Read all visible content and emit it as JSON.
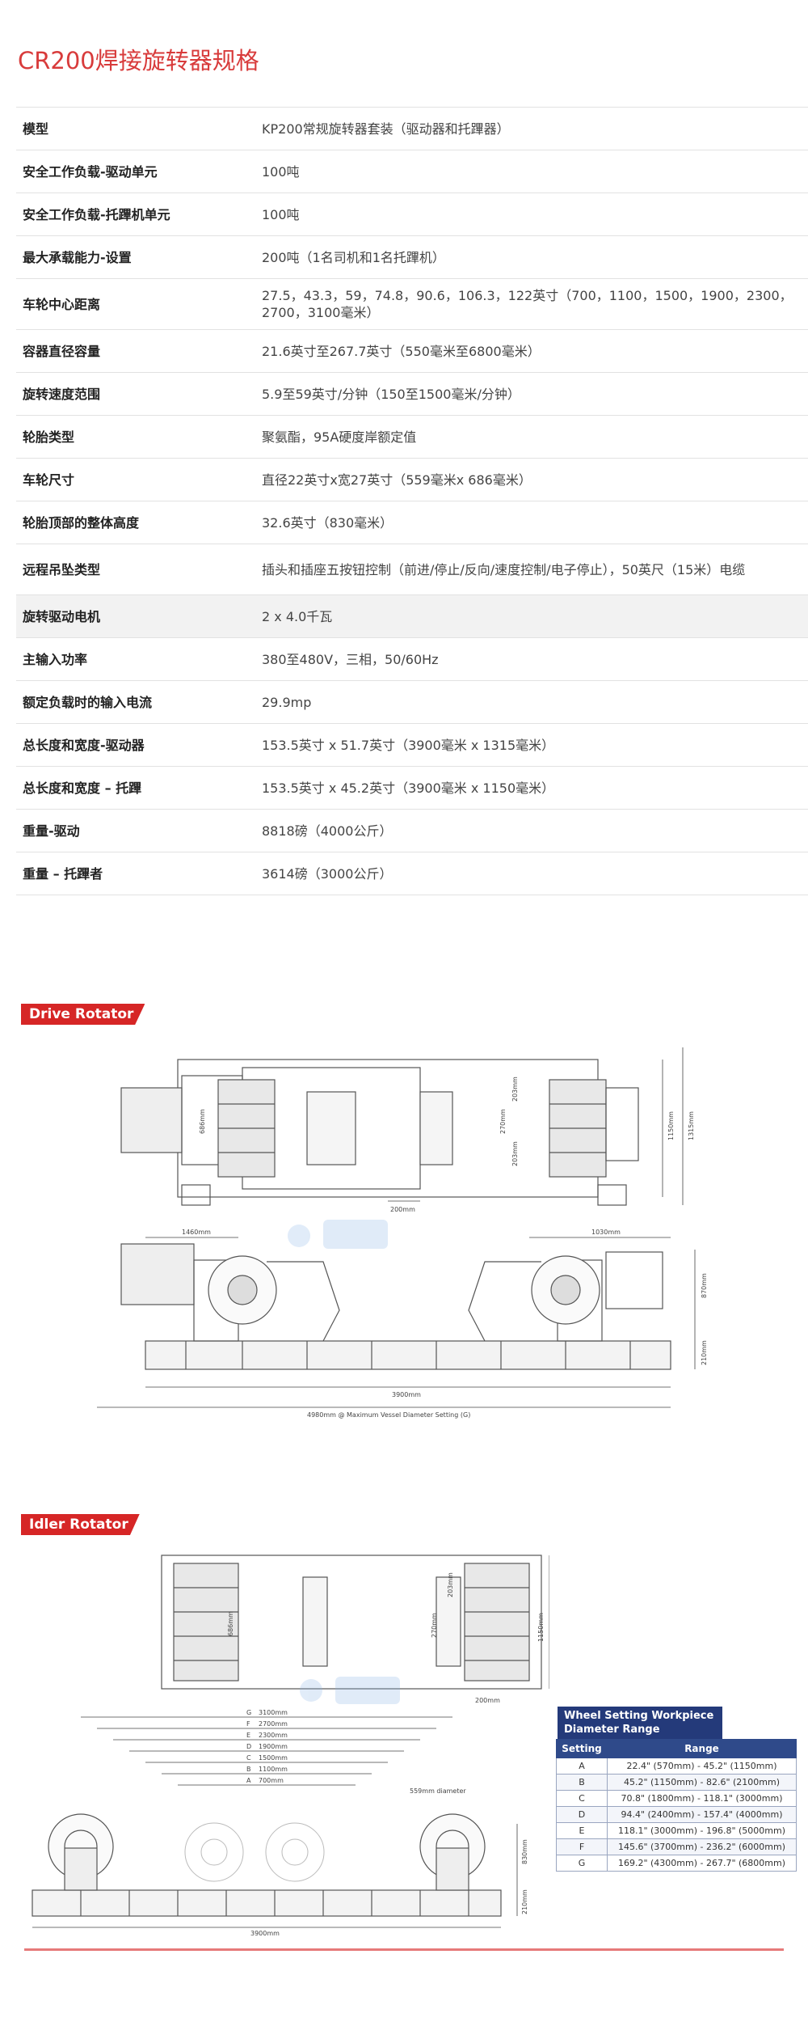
{
  "page_title": "CR200焊接旋转器规格",
  "specs": [
    {
      "label": "模型",
      "value": "KP200常规旋转器套装（驱动器和托蹕器）"
    },
    {
      "label": "安全工作负载-驱动单元",
      "value": "100吨"
    },
    {
      "label": "安全工作负载-托蹕机单元",
      "value": "100吨"
    },
    {
      "label": "最大承载能力-设置",
      "value": "200吨（1名司机和1名托蹕机）"
    },
    {
      "label": "车轮中心距离",
      "value": "27.5，43.3，59，74.8，90.6，106.3，122英寸（700，1100，1500，1900，2300，2700，3100毫米）"
    },
    {
      "label": "容器直径容量",
      "value": "21.6英寸至267.7英寸（550毫米至6800毫米）"
    },
    {
      "label": "旋转速度范围",
      "value": "5.9至59英寸/分钟（150至1500毫米/分钟）"
    },
    {
      "label": "轮胎类型",
      "value": "聚氨酯，95A硬度岸额定值"
    },
    {
      "label": "车轮尺寸",
      "value": "直径22英寸x宽27英寸（559毫米x 686毫米）"
    },
    {
      "label": "轮胎顶部的整体高度",
      "value": "32.6英寸（830毫米）"
    },
    {
      "label": "远程吊坠类型",
      "value": "插头和插座五按钮控制（前进/停止/反向/速度控制/电子停止），50英尺（15米）电缆"
    },
    {
      "label": "旋转驱动电机",
      "value": "2 x 4.0千瓦"
    },
    {
      "label": "主输入功率",
      "value": "380至480V，三相，50/60Hz"
    },
    {
      "label": "额定负载时的输入电流",
      "value": "29.9mp"
    },
    {
      "label": "总长度和宽度-驱动器",
      "value": "153.5英寸 x 51.7英寸（3900毫米 x 1315毫米）"
    },
    {
      "label": "总长度和宽度 – 托蹕",
      "value": "153.5英寸 x 45.2英寸（3900毫米 x 1150毫米）"
    },
    {
      "label": "重量-驱动",
      "value": "8818磅（4000公斤）"
    },
    {
      "label": "重量 – 托蹕者",
      "value": "3614磅（3000公斤）"
    }
  ],
  "drive": {
    "banner": "Drive Rotator",
    "labels": {
      "d686": "686mm",
      "d270": "270mm",
      "d203a": "203mm",
      "d203b": "203mm",
      "d1150": "1150mm",
      "d1315": "1315mm",
      "d200": "200mm",
      "d1460": "1460mm",
      "d1030": "1030mm",
      "d870": "870mm",
      "d210": "210mm",
      "d3900": "3900mm",
      "d4980": "4980mm @ Maximum Vessel Diameter Setting (G)"
    }
  },
  "idler": {
    "banner": "Idler Rotator",
    "labels": {
      "d686": "686mm",
      "d270": "270mm",
      "d203": "203mm",
      "d1150": "1150mm",
      "d200": "200mm",
      "d559": "559mm diameter",
      "d830": "830mm",
      "d210": "210mm",
      "d3900": "3900mm"
    },
    "settings": [
      {
        "letter": "G",
        "dist": "3100mm"
      },
      {
        "letter": "F",
        "dist": "2700mm"
      },
      {
        "letter": "E",
        "dist": "2300mm"
      },
      {
        "letter": "D",
        "dist": "1900mm"
      },
      {
        "letter": "C",
        "dist": "1500mm"
      },
      {
        "letter": "B",
        "dist": "1100mm"
      },
      {
        "letter": "A",
        "dist": "700mm"
      }
    ]
  },
  "wheel_setting": {
    "title_line1": "Wheel Setting Workpiece",
    "title_line2": "Diameter Range",
    "col_setting": "Setting",
    "col_range": "Range",
    "rows": [
      {
        "setting": "A",
        "range": "22.4\" (570mm) - 45.2\" (1150mm)"
      },
      {
        "setting": "B",
        "range": "45.2\" (1150mm) - 82.6\" (2100mm)"
      },
      {
        "setting": "C",
        "range": "70.8\" (1800mm) - 118.1\" (3000mm)"
      },
      {
        "setting": "D",
        "range": "94.4\" (2400mm) - 157.4\" (4000mm)"
      },
      {
        "setting": "E",
        "range": "118.1\" (3000mm) - 196.8\" (5000mm)"
      },
      {
        "setting": "F",
        "range": "145.6\" (3700mm) - 236.2\" (6000mm)"
      },
      {
        "setting": "G",
        "range": "169.2\" (4300mm) - 267.7\" (6800mm)"
      }
    ]
  },
  "colors": {
    "title": "#d83b3b",
    "banner": "#d62626",
    "table_header": "#2f4a8a"
  }
}
